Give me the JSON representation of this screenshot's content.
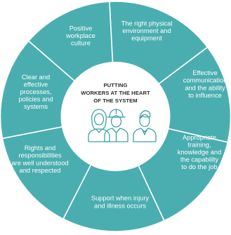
{
  "center": {
    "title_lines": [
      "PUTTING",
      "WORKERS AT THE HEART",
      "OF THE SYSTEM"
    ],
    "icons": [
      "woman-icon",
      "hard-hat-worker-icon",
      "man-icon"
    ]
  },
  "segments": [
    {
      "id": "physical-environment",
      "lines": [
        "The right physical",
        "environment and",
        "equipment"
      ]
    },
    {
      "id": "effective-communication",
      "lines": [
        "Effective",
        "communication",
        "and the ability",
        "to influence"
      ]
    },
    {
      "id": "appropriate-training",
      "lines": [
        "Appropriate",
        "training,",
        "knowledge and",
        "the capability",
        "to do the job"
      ]
    },
    {
      "id": "support-injury",
      "lines": [
        "Support when injury",
        "and illness occurs"
      ]
    },
    {
      "id": "rights-responsibilities",
      "lines": [
        "Rights and",
        "responsibilities",
        "are well understood",
        "and respected"
      ]
    },
    {
      "id": "clear-processes",
      "lines": [
        "Clear and",
        "effective",
        "processes,",
        "policies and",
        "systems"
      ]
    },
    {
      "id": "positive-culture",
      "lines": [
        "Positive",
        "workplace",
        "culture"
      ]
    }
  ],
  "colors": {
    "segment_fill": "#4aaeb0",
    "divider": "#ffffff",
    "center_fill": "#ffffff",
    "icon_stroke": "#3aa2a4",
    "center_text": "#2a2a2a"
  }
}
